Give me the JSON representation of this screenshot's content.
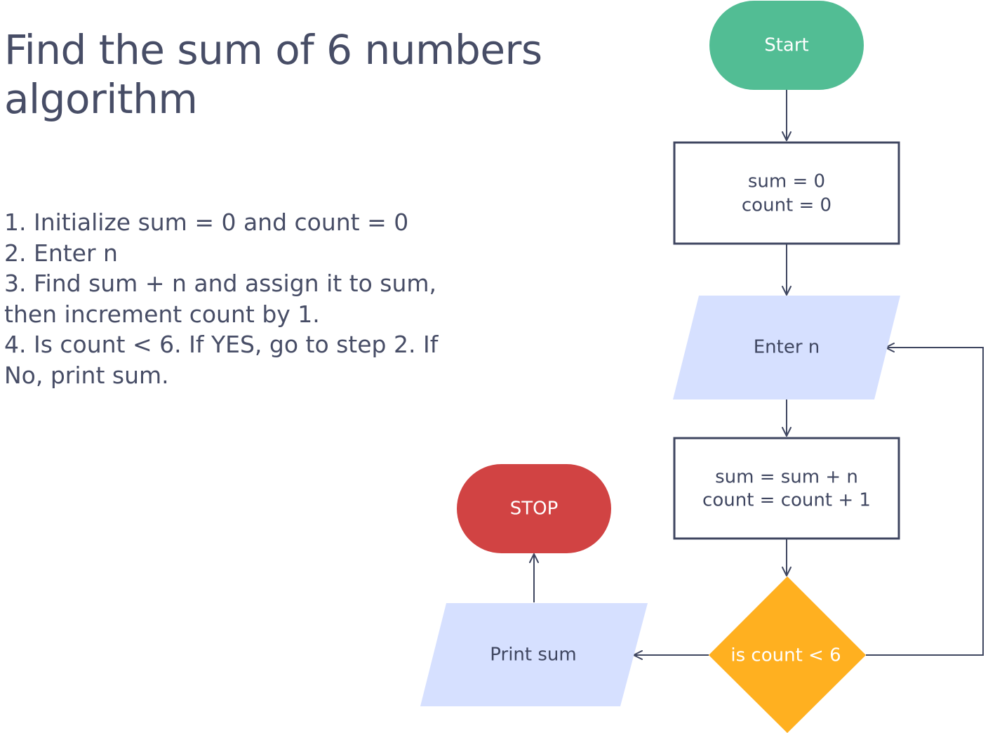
{
  "title": {
    "line1": "Find the sum of 6 numbers",
    "line2": "algorithm"
  },
  "steps": [
    "1. Initialize sum = 0 and count = 0",
    "2. Enter n",
    "3. Find sum + n and assign it to sum,",
    "then increment count by 1.",
    "4. Is count < 6. If YES, go to step 2. If",
    "No, print sum."
  ],
  "flowchart": {
    "start": {
      "label": "Start",
      "color": "#52bd94"
    },
    "init": {
      "line1": "sum = 0",
      "line2": "count = 0"
    },
    "input": {
      "label": "Enter n",
      "color": "#d6e0ff"
    },
    "process": {
      "line1": "sum = sum + n",
      "line2": "count = count + 1"
    },
    "decision": {
      "label": "is count < 6",
      "color": "#ffb020"
    },
    "output": {
      "label": "Print sum",
      "color": "#d6e0ff"
    },
    "stop": {
      "label": "STOP",
      "color": "#d14343"
    }
  }
}
